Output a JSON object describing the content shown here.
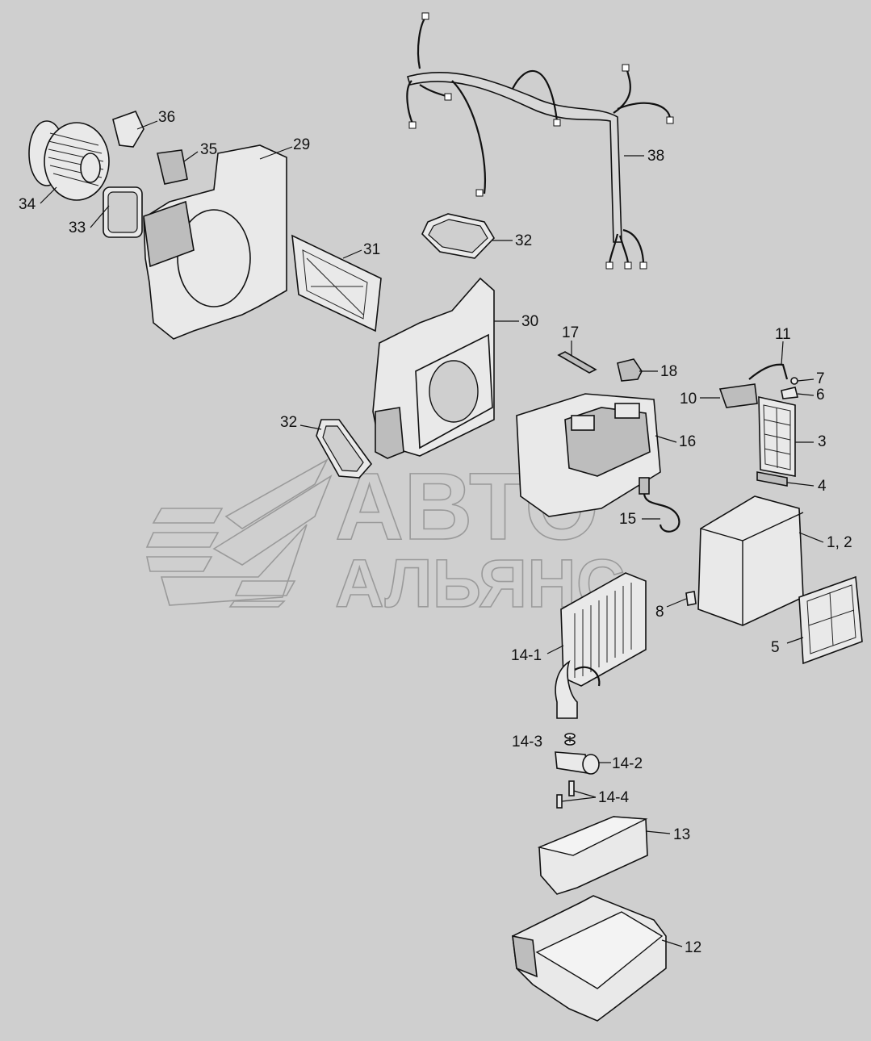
{
  "watermark": {
    "line1": "АВТО",
    "line2": "АЛЬЯНС"
  },
  "callouts": [
    {
      "id": "36",
      "label": "36"
    },
    {
      "id": "35",
      "label": "35"
    },
    {
      "id": "29",
      "label": "29"
    },
    {
      "id": "34",
      "label": "34"
    },
    {
      "id": "33",
      "label": "33"
    },
    {
      "id": "38",
      "label": "38"
    },
    {
      "id": "32a",
      "label": "32"
    },
    {
      "id": "31",
      "label": "31"
    },
    {
      "id": "30",
      "label": "30"
    },
    {
      "id": "17",
      "label": "17"
    },
    {
      "id": "18",
      "label": "18"
    },
    {
      "id": "11",
      "label": "11"
    },
    {
      "id": "7",
      "label": "7"
    },
    {
      "id": "6",
      "label": "6"
    },
    {
      "id": "10",
      "label": "10"
    },
    {
      "id": "3",
      "label": "3"
    },
    {
      "id": "16",
      "label": "16"
    },
    {
      "id": "32b",
      "label": "32"
    },
    {
      "id": "4",
      "label": "4"
    },
    {
      "id": "15",
      "label": "15"
    },
    {
      "id": "12pair",
      "label": "1, 2"
    },
    {
      "id": "8",
      "label": "8"
    },
    {
      "id": "5",
      "label": "5"
    },
    {
      "id": "14-1",
      "label": "14-1"
    },
    {
      "id": "14-3",
      "label": "14-3"
    },
    {
      "id": "14-2",
      "label": "14-2"
    },
    {
      "id": "14-4",
      "label": "14-4"
    },
    {
      "id": "13",
      "label": "13"
    },
    {
      "id": "12",
      "label": "12"
    }
  ]
}
